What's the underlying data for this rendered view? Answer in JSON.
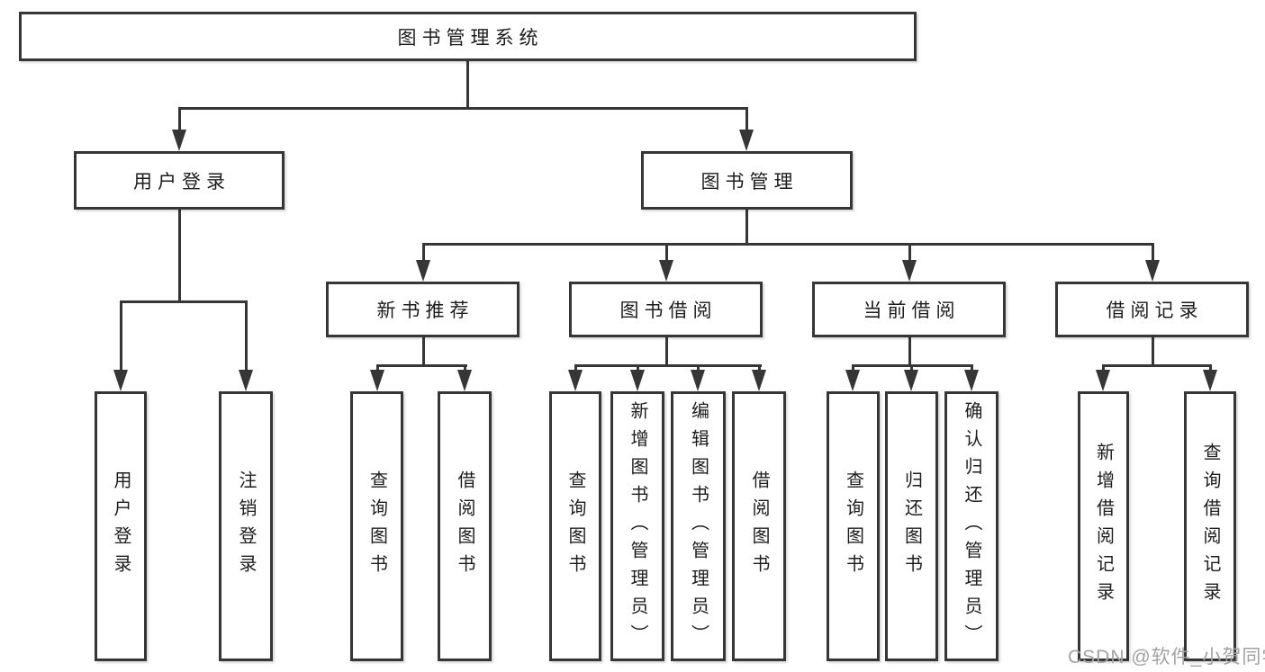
{
  "title": "图书管理系统",
  "watermark": "CSDN @软件_小贺同学",
  "colors": {
    "line": "#363636",
    "text": "#1d1d1d",
    "box_bg": "#ffffff",
    "background": "#ffffff",
    "watermark": "#a2a2a2"
  },
  "nodes": {
    "root": "图书管理系统",
    "user_login_branch": "用户登录",
    "book_management_branch": "图书管理",
    "new_book_recommend": "新书推荐",
    "book_borrowing": "图书借阅",
    "current_borrowing": "当前借阅",
    "borrowing_records": "借阅记录",
    "user_login_leaf": "用户登录",
    "logout_leaf": "注销登录",
    "nbr_query_books": "查询图书",
    "nbr_borrow_books": "借阅图书",
    "bb_query_books": "查询图书",
    "bb_add_books_admin": "新增图书（管理员）",
    "bb_edit_books_admin": "编辑图书（管理员）",
    "bb_borrow_books": "借阅图书",
    "cb_query_books": "查询图书",
    "cb_return_books": "归还图书",
    "cb_confirm_return_admin": "确认归还（管理员）",
    "br_add_record": "新增借阅记录",
    "br_query_record": "查询借阅记录"
  },
  "tree": {
    "label": "图书管理系统",
    "children": [
      {
        "label": "用户登录",
        "children": [
          {
            "label": "用户登录"
          },
          {
            "label": "注销登录"
          }
        ]
      },
      {
        "label": "图书管理",
        "children": [
          {
            "label": "新书推荐",
            "children": [
              {
                "label": "查询图书"
              },
              {
                "label": "借阅图书"
              }
            ]
          },
          {
            "label": "图书借阅",
            "children": [
              {
                "label": "查询图书"
              },
              {
                "label": "新增图书（管理员）"
              },
              {
                "label": "编辑图书（管理员）"
              },
              {
                "label": "借阅图书"
              }
            ]
          },
          {
            "label": "当前借阅",
            "children": [
              {
                "label": "查询图书"
              },
              {
                "label": "归还图书"
              },
              {
                "label": "确认归还（管理员）"
              }
            ]
          },
          {
            "label": "借阅记录",
            "children": [
              {
                "label": "新增借阅记录"
              },
              {
                "label": "查询借阅记录"
              }
            ]
          }
        ]
      }
    ]
  }
}
